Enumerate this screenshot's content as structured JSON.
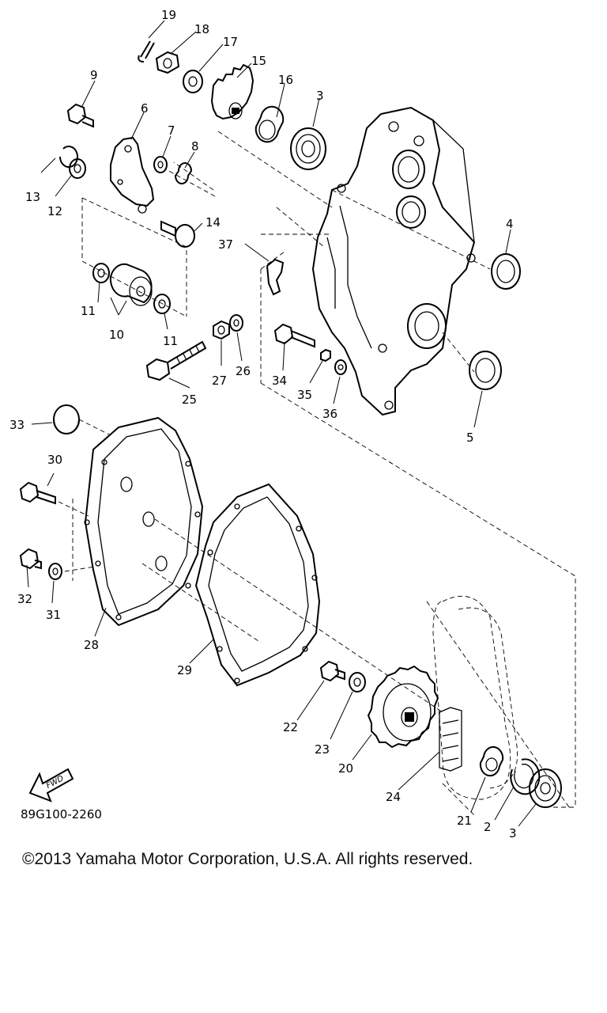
{
  "diagram": {
    "code": "89G100-2260",
    "fwd_label": "FWD",
    "labels": {
      "l19": "19",
      "l18": "18",
      "l17": "17",
      "l15": "15",
      "l16": "16",
      "l3a": "3",
      "l9": "9",
      "l6": "6",
      "l7": "7",
      "l8": "8",
      "l13": "13",
      "l12": "12",
      "l14": "14",
      "l4": "4",
      "l37": "37",
      "l11a": "11",
      "l10": "10",
      "l11b": "11",
      "l25": "25",
      "l27": "27",
      "l26": "26",
      "l34": "34",
      "l35": "35",
      "l36": "36",
      "l5": "5",
      "l33": "33",
      "l30": "30",
      "l32": "32",
      "l31": "31",
      "l28": "28",
      "l29": "29",
      "l22": "22",
      "l23": "23",
      "l20": "20",
      "l24": "24",
      "l21": "21",
      "l2": "2",
      "l3b": "3"
    }
  },
  "footer": {
    "copyright": "©2013 Yamaha Motor Corporation, U.S.A. All rights reserved."
  }
}
